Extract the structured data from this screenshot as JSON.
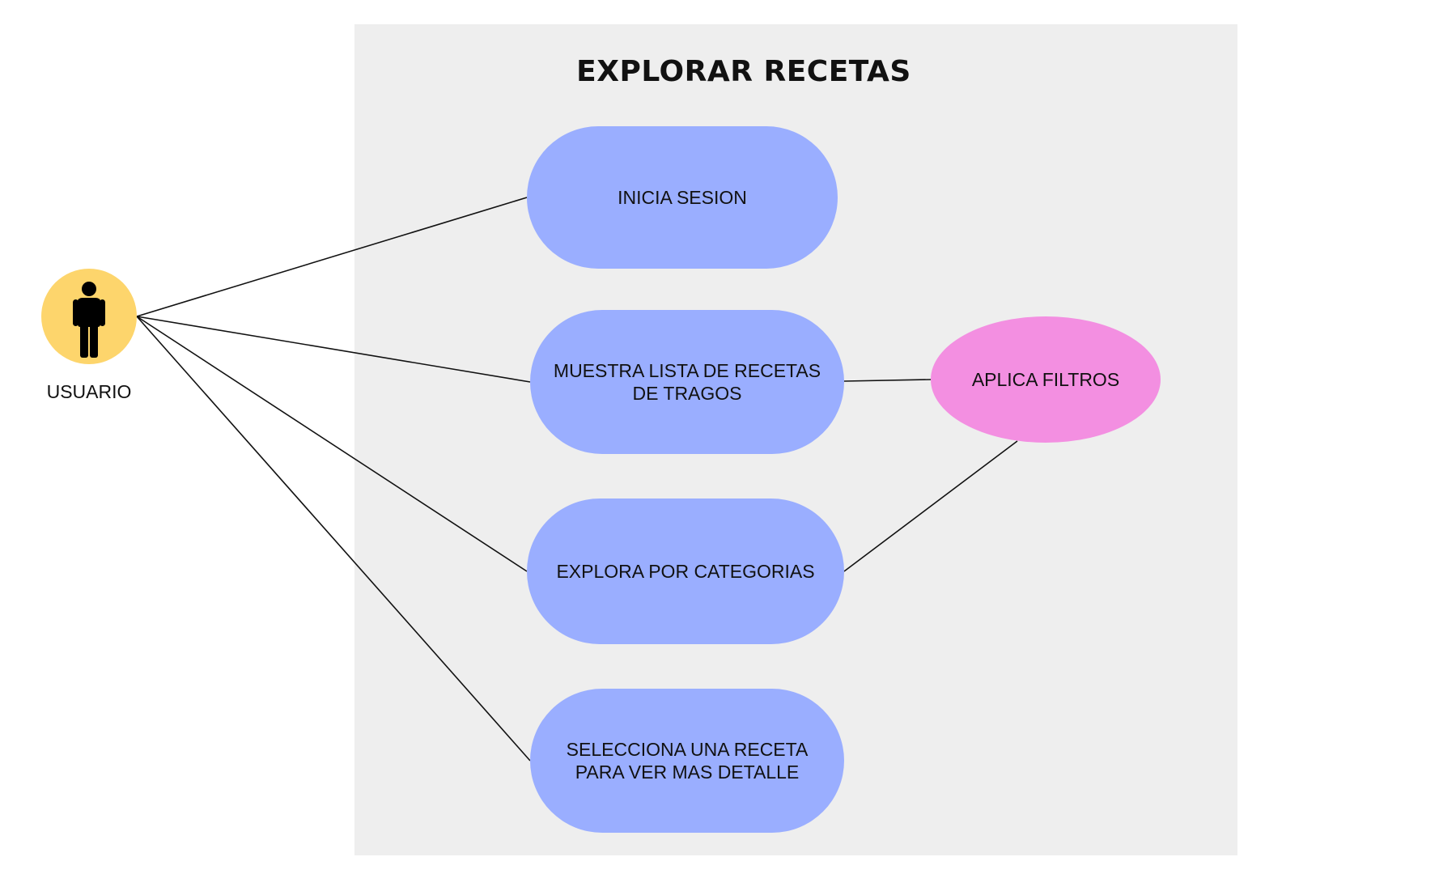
{
  "diagram": {
    "title": "EXPLORAR RECETAS",
    "actor": {
      "label": "USUARIO",
      "icon": "person-icon",
      "color": "#fdd56c"
    },
    "use_cases": [
      {
        "id": "inicia-sesion",
        "label": "INICIA SESION"
      },
      {
        "id": "muestra-lista",
        "label": "MUESTRA LISTA DE RECETAS\nDE TRAGOS"
      },
      {
        "id": "explora-categorias",
        "label": "EXPLORA POR CATEGORIAS"
      },
      {
        "id": "selecciona-receta",
        "label": "SELECCIONA UNA RECETA\nPARA VER MAS DETALLE"
      }
    ],
    "extension": {
      "id": "aplica-filtros",
      "label": "APLICA FILTROS"
    },
    "connections": [
      {
        "from": "actor",
        "to": "inicia-sesion"
      },
      {
        "from": "actor",
        "to": "muestra-lista"
      },
      {
        "from": "actor",
        "to": "explora-categorias"
      },
      {
        "from": "actor",
        "to": "selecciona-receta"
      },
      {
        "from": "muestra-lista",
        "to": "aplica-filtros"
      },
      {
        "from": "explora-categorias",
        "to": "aplica-filtros"
      }
    ],
    "colors": {
      "system_background": "#eeeeee",
      "use_case_fill": "#9aaeff",
      "extension_fill": "#f38fe1",
      "line": "#111111"
    }
  }
}
